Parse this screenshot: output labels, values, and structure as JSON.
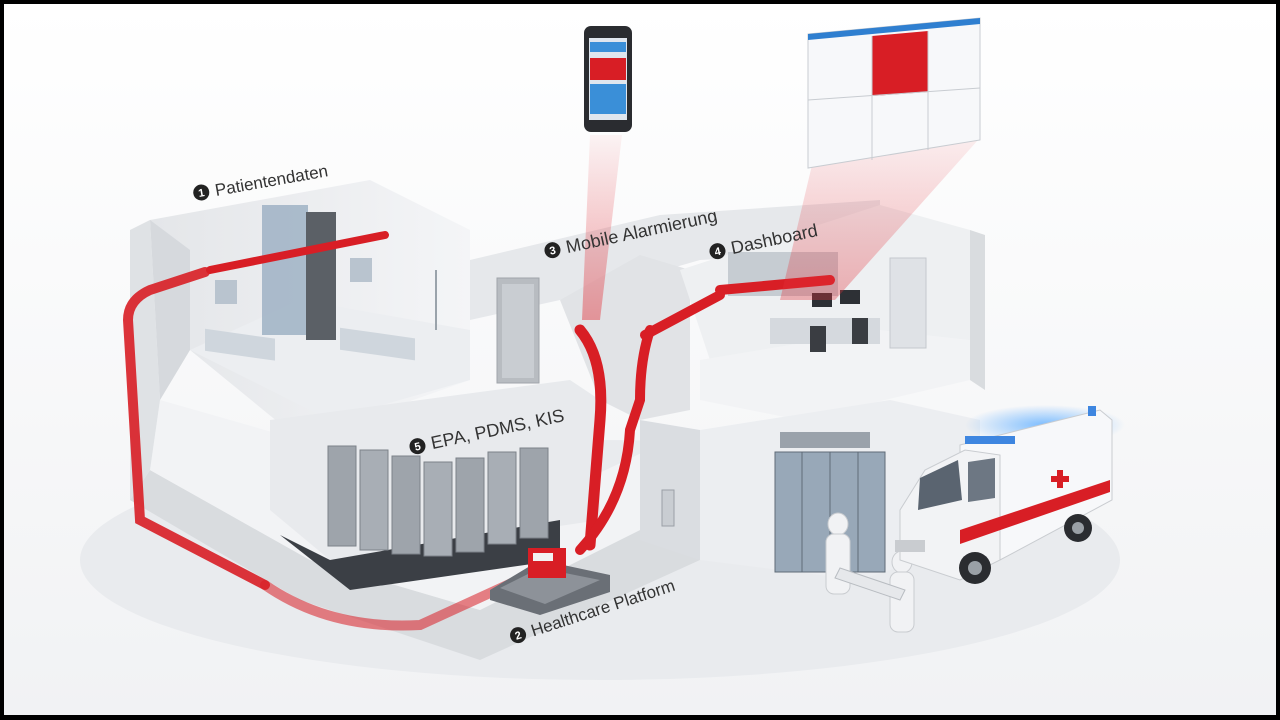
{
  "labels": {
    "patientendaten": {
      "number": "1",
      "text": "Patientendaten"
    },
    "healthcare": {
      "number": "2",
      "text": "Healthcare Platform"
    },
    "mobile": {
      "number": "3",
      "text": "Mobile Alarmierung"
    },
    "dashboard": {
      "number": "4",
      "text": "Dashboard"
    },
    "epa": {
      "number": "5",
      "text": "EPA, PDMS, KIS"
    }
  },
  "colors": {
    "brand_red": "#d81e25",
    "building": "#e6e8eb",
    "floor": "#f2f3f5",
    "phone_blue": "#3a8fd8"
  },
  "icons": {
    "phone": "smartphone-icon",
    "monitor": "dashboard-monitor-icon",
    "ambulance": "ambulance-icon",
    "platform": "healthcare-platform-device-icon"
  }
}
